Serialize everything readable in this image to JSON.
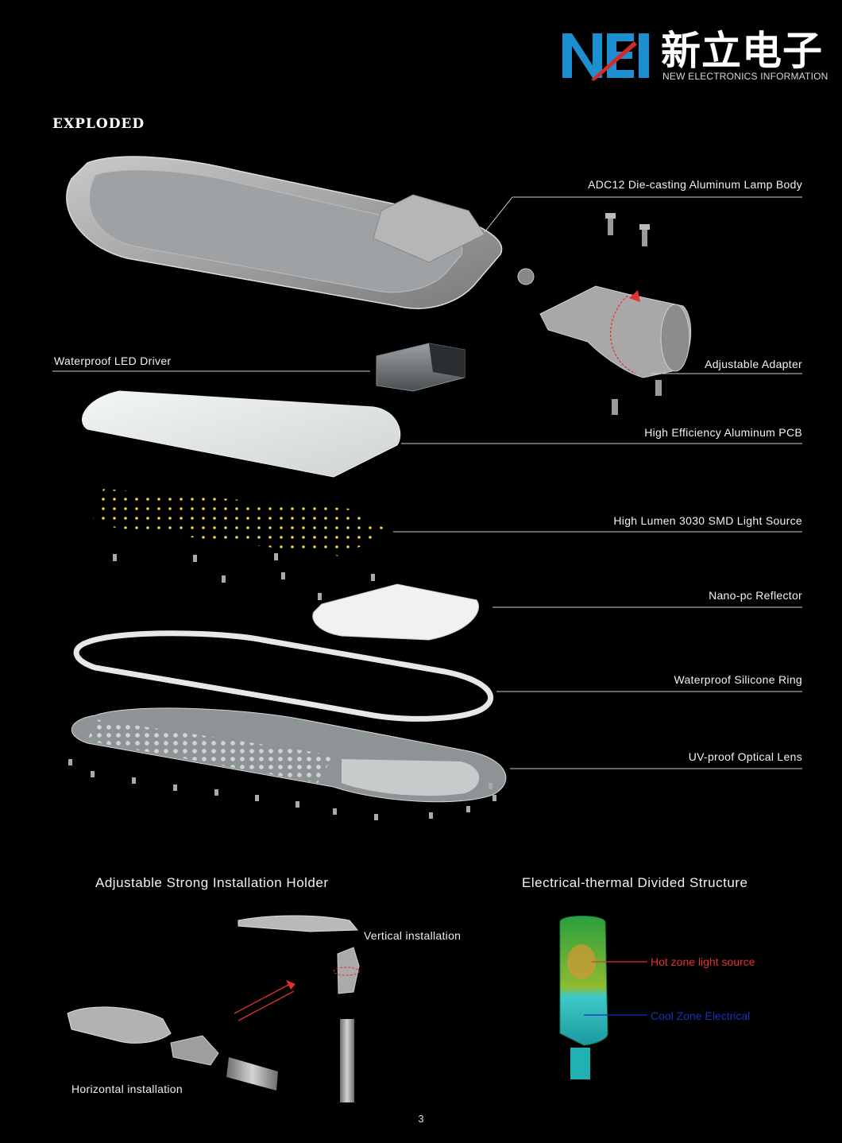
{
  "brand": {
    "mark": "NEI",
    "name_cn": "新立电子",
    "name_en": "NEW ELECTRONICS INFORMATION",
    "colors": {
      "blue": "#1d8fd0",
      "red": "#d42a2a"
    }
  },
  "section_title": "EXPLODED",
  "components": [
    {
      "label": "ADC12 Die-casting Aluminum Lamp Body"
    },
    {
      "label": "Waterproof LED Driver"
    },
    {
      "label": "Adjustable Adapter"
    },
    {
      "label": "High Efficiency Aluminum PCB"
    },
    {
      "label": "High Lumen 3030 SMD Light Source"
    },
    {
      "label": "Nano-pc Reflector"
    },
    {
      "label": "Waterproof Silicone Ring"
    },
    {
      "label": "UV-proof Optical Lens"
    }
  ],
  "installation": {
    "title": "Adjustable Strong Installation Holder",
    "vertical_label": "Vertical installation",
    "horizontal_label": "Horizontal installation"
  },
  "thermal": {
    "title": "Electrical-thermal Divided Structure",
    "hot_label": "Hot zone light source",
    "cool_label": "Cool Zone Electrical",
    "hot_color": "#e53030",
    "cool_color": "#1a2fbf"
  },
  "page_number": "3"
}
